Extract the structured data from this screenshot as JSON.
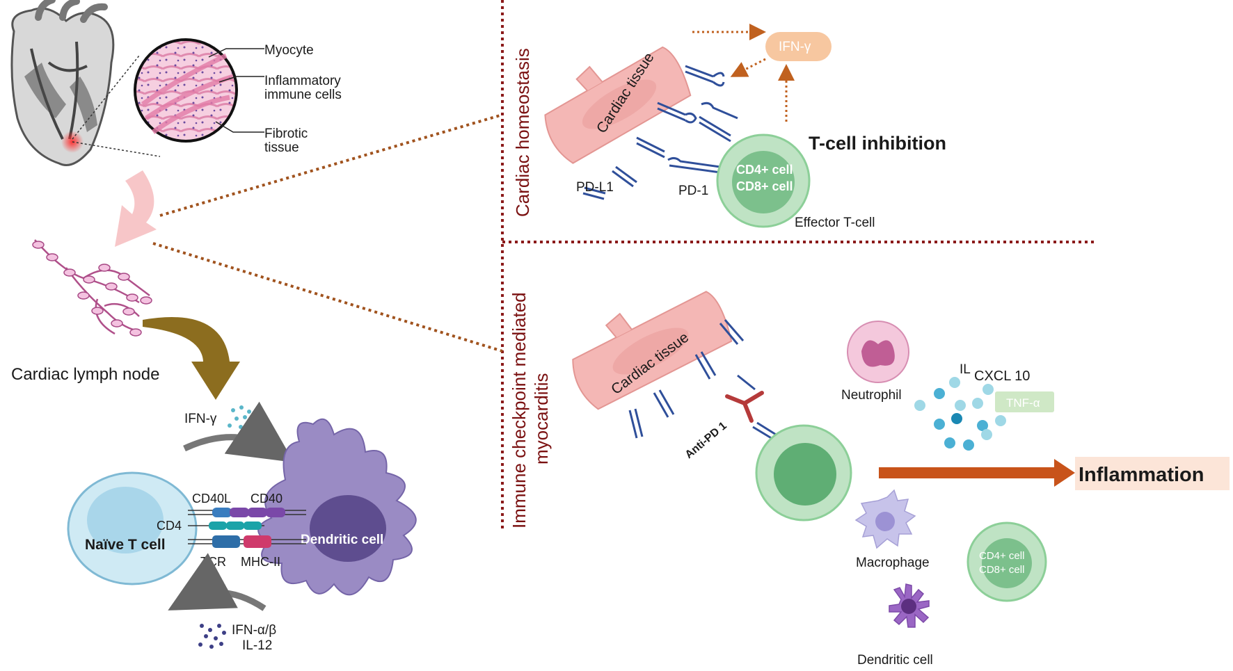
{
  "heart_labels": {
    "myocyte": "Myocyte",
    "inflammatory_line1": "Inflammatory",
    "inflammatory_line2": "immune cells",
    "fibrotic_line1": "Fibrotic",
    "fibrotic_line2": "tissue"
  },
  "lymph_node_label": "Cardiac lymph node",
  "priming": {
    "ifn_gamma": "IFN-γ",
    "naive_t_cell": "Naïve T cell",
    "dendritic_cell": "Dendritic cell",
    "cd40l": "CD40L",
    "cd40": "CD40",
    "cd4": "CD4",
    "tcr": "TCR",
    "mhc_ii": "MHC-II",
    "ifn_ab": "IFN-α/β",
    "il12": "IL-12"
  },
  "homeostasis": {
    "section_title": "Cardiac homeostasis",
    "cardiac_tissue": "Cardiac tissue",
    "ifn_gamma": "IFN-γ",
    "inhibition": "T-cell inhibition",
    "cd4_cell": "CD4+ cell",
    "cd8_cell": "CD8+ cell",
    "pd_l1": "PD-L1",
    "pd_1": "PD-1",
    "effector": "Effector T-cell"
  },
  "myocarditis": {
    "section_title_line1": "Immune checkpoint mediated",
    "section_title_line2": "myocarditis",
    "cardiac_tissue": "Cardiac tissue",
    "anti_pd1": "Anti-PD 1",
    "neutrophil": "Neutrophil",
    "il": "IL",
    "cxcl10": "CXCL 10",
    "tnf_alpha": "TNF-α",
    "inflammation": "Inflammation",
    "macrophage": "Macrophage",
    "cd4_cell": "CD4+ cell",
    "cd8_cell": "CD8+ cell",
    "dendritic_cell": "Dendritic cell"
  },
  "colors": {
    "divider": "#8b1a1a",
    "tissue": "#f4b7b5",
    "receptor": "#2f4f9a",
    "t_cell": "#bfe3c4",
    "dendritic": "#9a8bc4",
    "naive": "#cfeaf4",
    "ifn_bubble": "#f7c7a0",
    "tnf_box": "#cfe8c6",
    "inflammation_arrow": "#c8531a",
    "lymph_arrow": "#8c6d1f"
  }
}
